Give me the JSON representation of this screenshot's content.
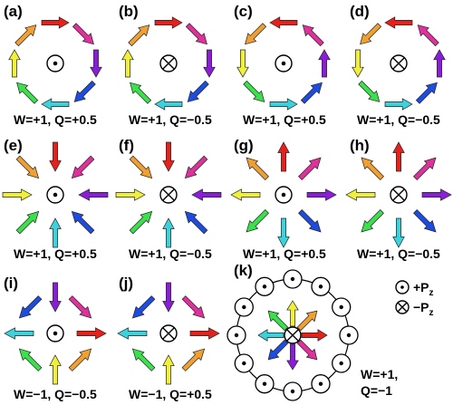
{
  "colors": {
    "red": "#e8201c",
    "magenta": "#e0309c",
    "purple": "#8a1ed8",
    "blue": "#1e4ce0",
    "cyan": "#3cd2dc",
    "green": "#3ce04c",
    "yellow": "#f0f03a",
    "orange": "#f0a030",
    "outline": "#222222"
  },
  "panels": [
    {
      "label": "(a)",
      "caption": "W=+1, Q=+0.5",
      "center": "dot"
    },
    {
      "label": "(b)",
      "caption": "W=+1, Q=−0.5",
      "center": "cross"
    },
    {
      "label": "(c)",
      "caption": "W=+1, Q=+0.5",
      "center": "dot"
    },
    {
      "label": "(d)",
      "caption": "W=+1, Q=−0.5",
      "center": "cross"
    },
    {
      "label": "(e)",
      "caption": "W=+1, Q=+0.5",
      "center": "dot"
    },
    {
      "label": "(f)",
      "caption": "W=+1, Q=−0.5",
      "center": "cross"
    },
    {
      "label": "(g)",
      "caption": "W=+1, Q=+0.5",
      "center": "dot"
    },
    {
      "label": "(h)",
      "caption": "W=+1, Q=−0.5",
      "center": "cross"
    },
    {
      "label": "(i)",
      "caption": "W=−1, Q=−0.5",
      "center": "dot"
    },
    {
      "label": "(j)",
      "caption": "W=−1, Q=+0.5",
      "center": "cross"
    },
    {
      "label": "(k)",
      "caption_line1": "W=+1,",
      "caption_line2": "Q=−1",
      "center": "cross"
    }
  ],
  "legend": {
    "plus": {
      "sign": "+P",
      "sub": "z"
    },
    "minus": {
      "sign": "−P",
      "sub": "z"
    }
  }
}
